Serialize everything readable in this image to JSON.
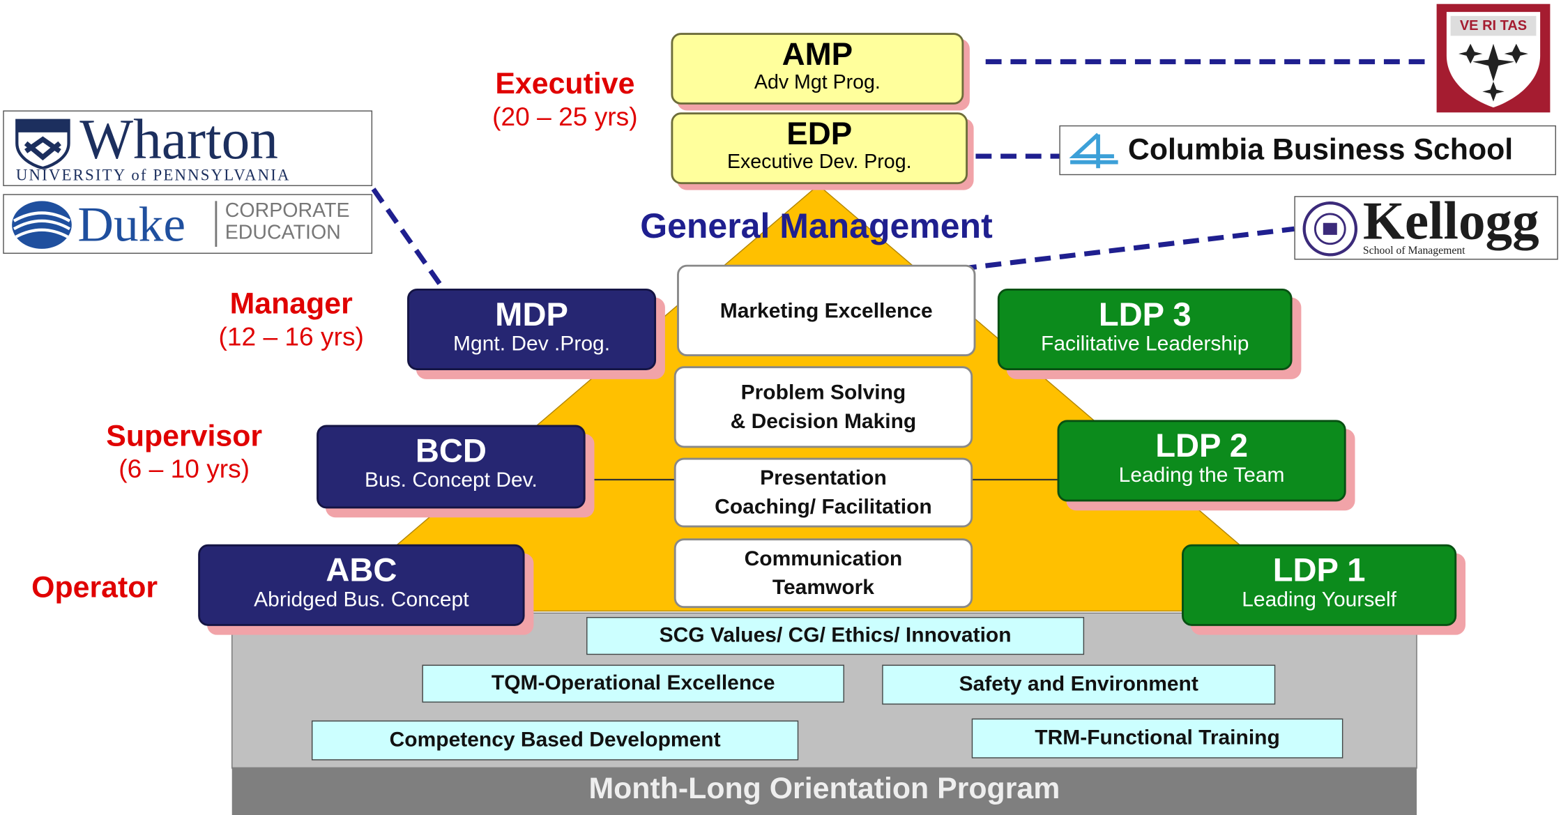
{
  "levels": [
    {
      "title": "Executive",
      "years": "(20 – 25 yrs)"
    },
    {
      "title": "Manager",
      "years": "(12 – 16 yrs)"
    },
    {
      "title": "Supervisor",
      "years": "(6 – 10 yrs)"
    },
    {
      "title": "Operator",
      "years": ""
    }
  ],
  "top_programs": [
    {
      "code": "AMP",
      "desc": "Adv Mgt Prog."
    },
    {
      "code": "EDP",
      "desc": "Executive Dev. Prog."
    }
  ],
  "general_management": "General Management",
  "left_programs": [
    {
      "code": "MDP",
      "desc": "Mgnt. Dev .Prog."
    },
    {
      "code": "BCD",
      "desc": "Bus. Concept Dev."
    },
    {
      "code": "ABC",
      "desc": "Abridged  Bus. Concept"
    }
  ],
  "right_programs": [
    {
      "code": "LDP 3",
      "desc": "Facilitative Leadership"
    },
    {
      "code": "LDP 2",
      "desc": "Leading the Team"
    },
    {
      "code": "LDP 1",
      "desc": "Leading Yourself"
    }
  ],
  "skills": [
    {
      "line1": "Marketing Excellence",
      "line2": ""
    },
    {
      "line1": "Problem Solving",
      "line2": "& Decision Making"
    },
    {
      "line1": "Presentation",
      "line2": "Coaching/ Facilitation"
    },
    {
      "line1": "Communication",
      "line2": "Teamwork"
    }
  ],
  "foundation": [
    "SCG Values/ CG/ Ethics/ Innovation",
    "TQM-Operational Excellence",
    "Safety and Environment",
    "Competency Based Development",
    "TRM-Functional Training"
  ],
  "orientation": "Month-Long Orientation Program",
  "logos": {
    "wharton": {
      "name": "Wharton",
      "sub": "UNIVERSITY of PENNSYLVANIA"
    },
    "duke": {
      "name": "Duke",
      "sub1": "CORPORATE",
      "sub2": "EDUCATION"
    },
    "columbia": {
      "name": "Columbia Business School"
    },
    "kellogg": {
      "name": "Kellogg",
      "sub": "School of Management"
    },
    "harvard": {
      "letters": "VE RI TAS"
    }
  },
  "colors": {
    "pyramid": "#ffc000",
    "navy": "#262672",
    "green": "#0c8b1c",
    "level_red": "#e00000",
    "foundation_fill": "#ccffff",
    "top_fill": "#ffff9c",
    "connector": "#1f1f8f"
  }
}
